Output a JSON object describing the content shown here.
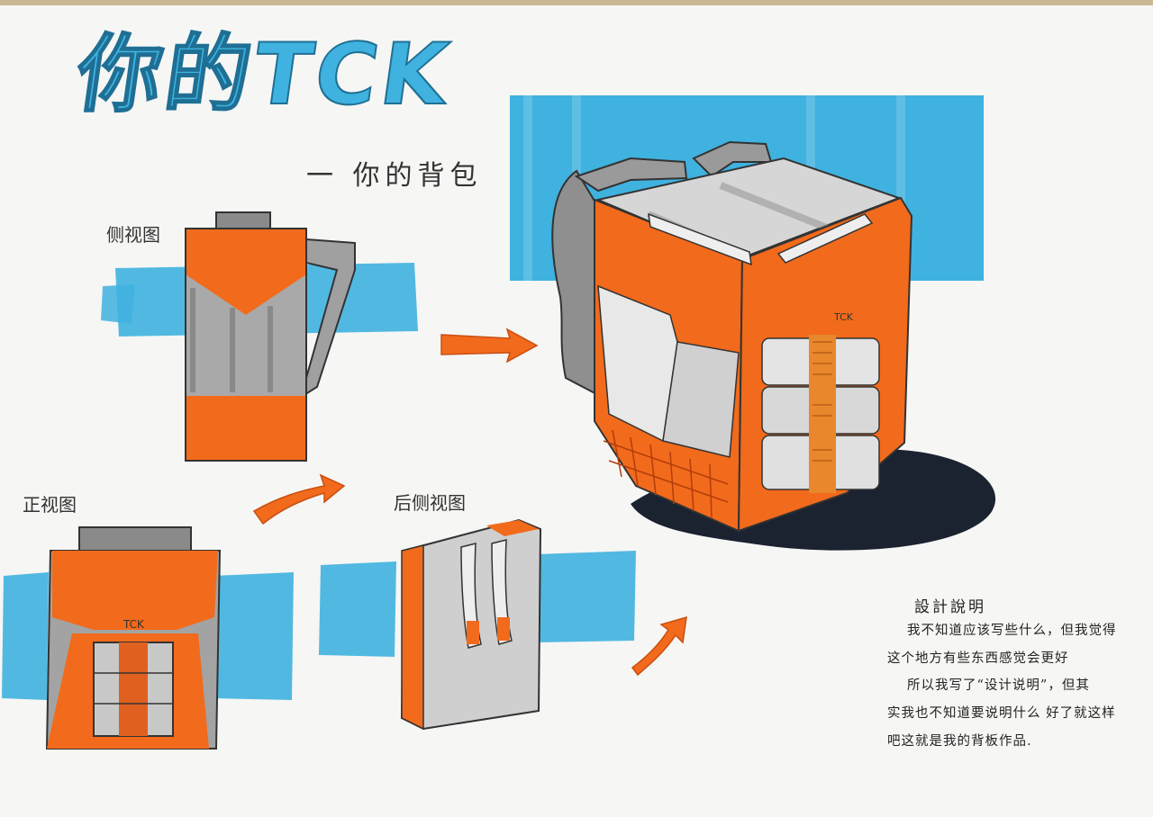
{
  "title": "你的TCK",
  "subtitle": "一 你的背包",
  "views": {
    "side_left": "侧视图",
    "front": "正视图",
    "side_back": "后侧视图"
  },
  "brand_mark": "TCK",
  "design_notes": {
    "heading": "設計說明",
    "lines": [
      "我不知道应该写些什么，但我觉得",
      "这个地方有些东西感觉会更好",
      "所以我写了“设计说明”，但其",
      "实我也不知道要说明什么 好了就这样",
      "吧这就是我的背板作品."
    ]
  },
  "colors": {
    "orange": "#f26a1b",
    "blue": "#3fb2df",
    "gray": "#9a9a9a",
    "shadow": "#1b2230"
  }
}
